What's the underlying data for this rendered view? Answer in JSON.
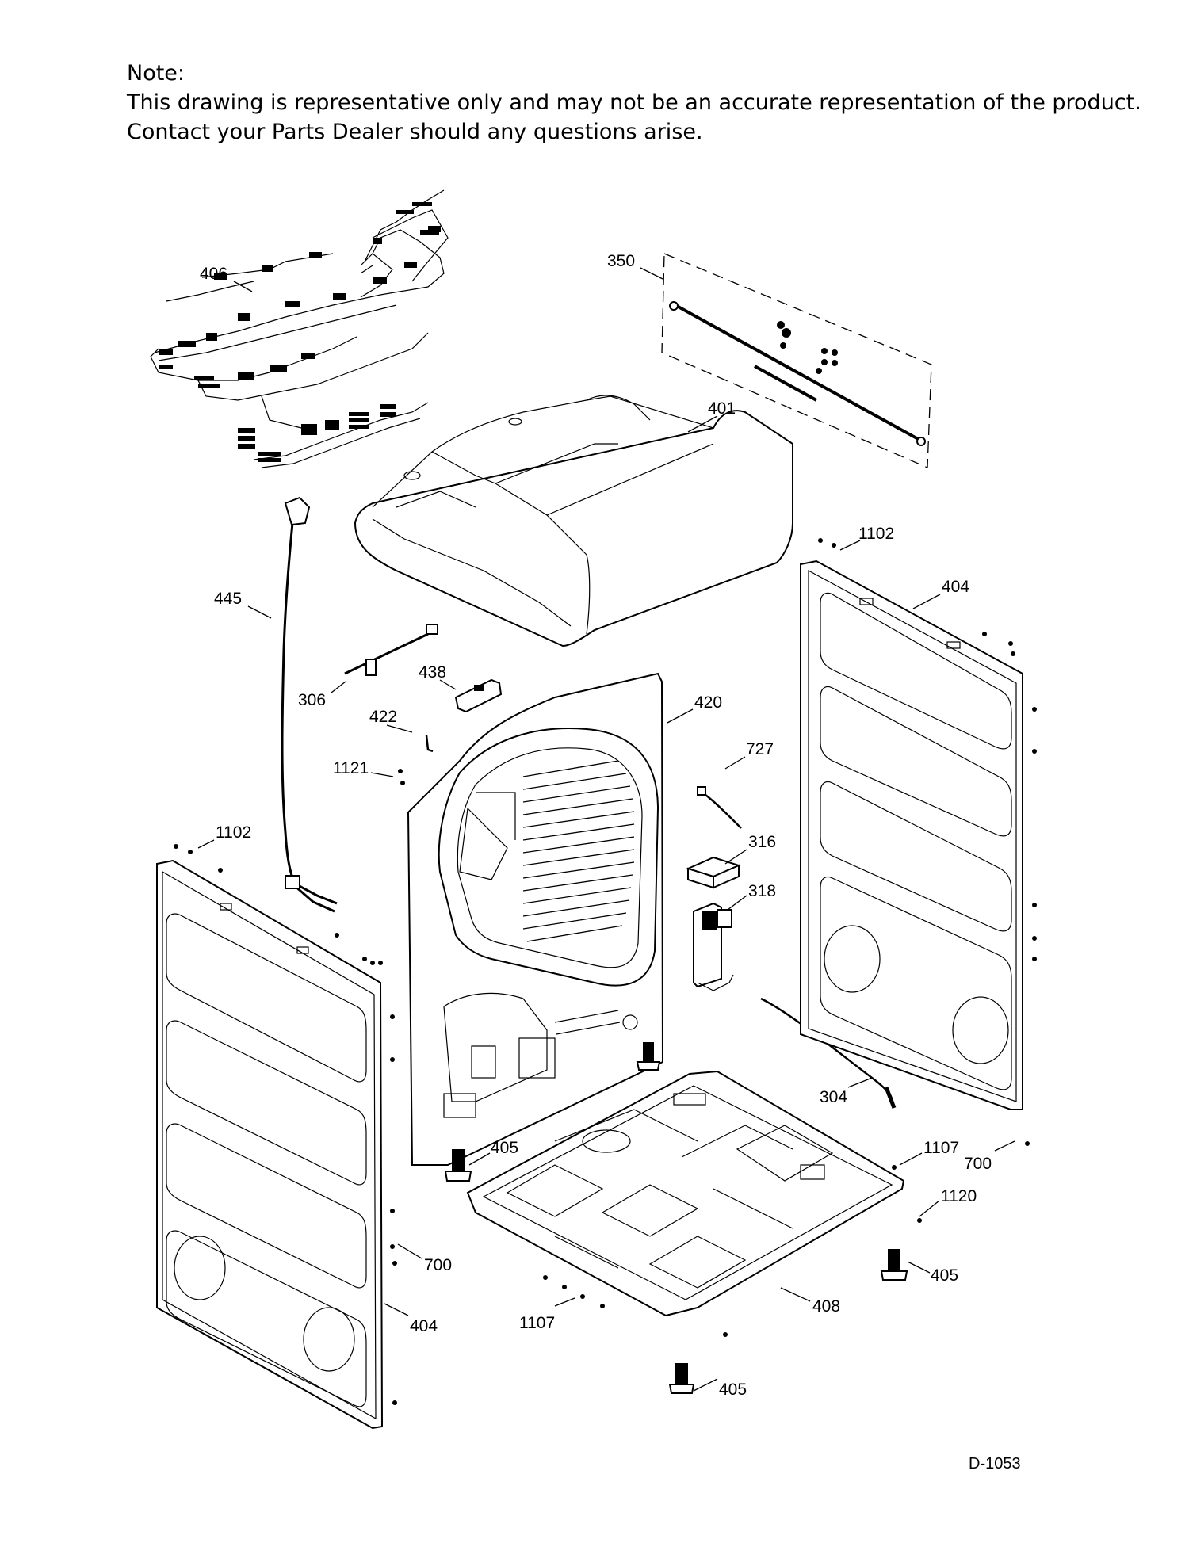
{
  "note": {
    "heading": "Note:",
    "line1": "This drawing is representative only and may not be an accurate representation of the product.",
    "line2": "Contact your Parts Dealer should any questions arise."
  },
  "diagram_code": "D-1053",
  "callouts": {
    "p406": "406",
    "p350": "350",
    "p401": "401",
    "p1102a": "1102",
    "p404a": "404",
    "p445": "445",
    "p438": "438",
    "p306": "306",
    "p420": "420",
    "p422": "422",
    "p727": "727",
    "p1121": "1121",
    "p1102b": "1102",
    "p316": "316",
    "p318": "318",
    "p304": "304",
    "p405a": "405",
    "p1107a": "1107",
    "p700a": "700",
    "p1120": "1120",
    "p700b": "700",
    "p405b": "405",
    "p408": "408",
    "p1107b": "1107",
    "p404b": "404",
    "p405c": "405"
  }
}
